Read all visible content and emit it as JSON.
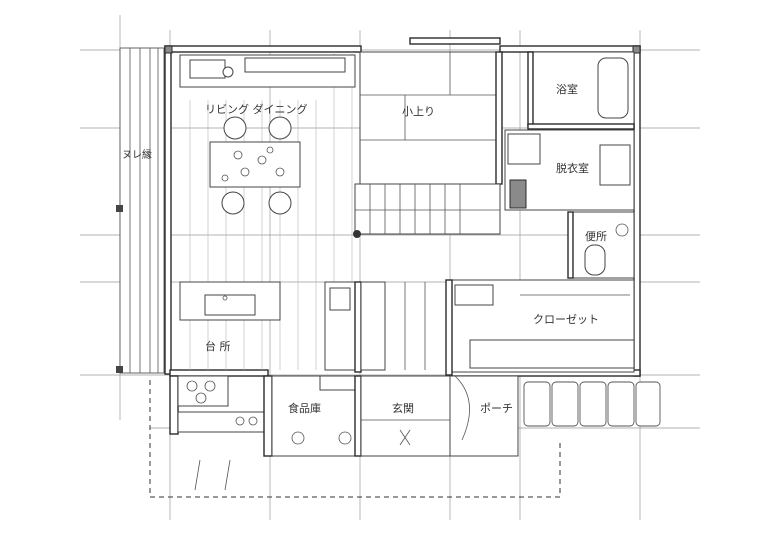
{
  "plan": {
    "rooms": {
      "living_dining": "リビング ダイニング",
      "kohiroma": "小上り",
      "bath": "浴室",
      "dressing": "脱衣室",
      "toilet": "便所",
      "closet": "クローゼット",
      "kitchen": "台 所",
      "pantry": "食品庫",
      "entrance": "玄関",
      "porch": "ポーチ",
      "engawa": "ヌレ縁"
    }
  }
}
